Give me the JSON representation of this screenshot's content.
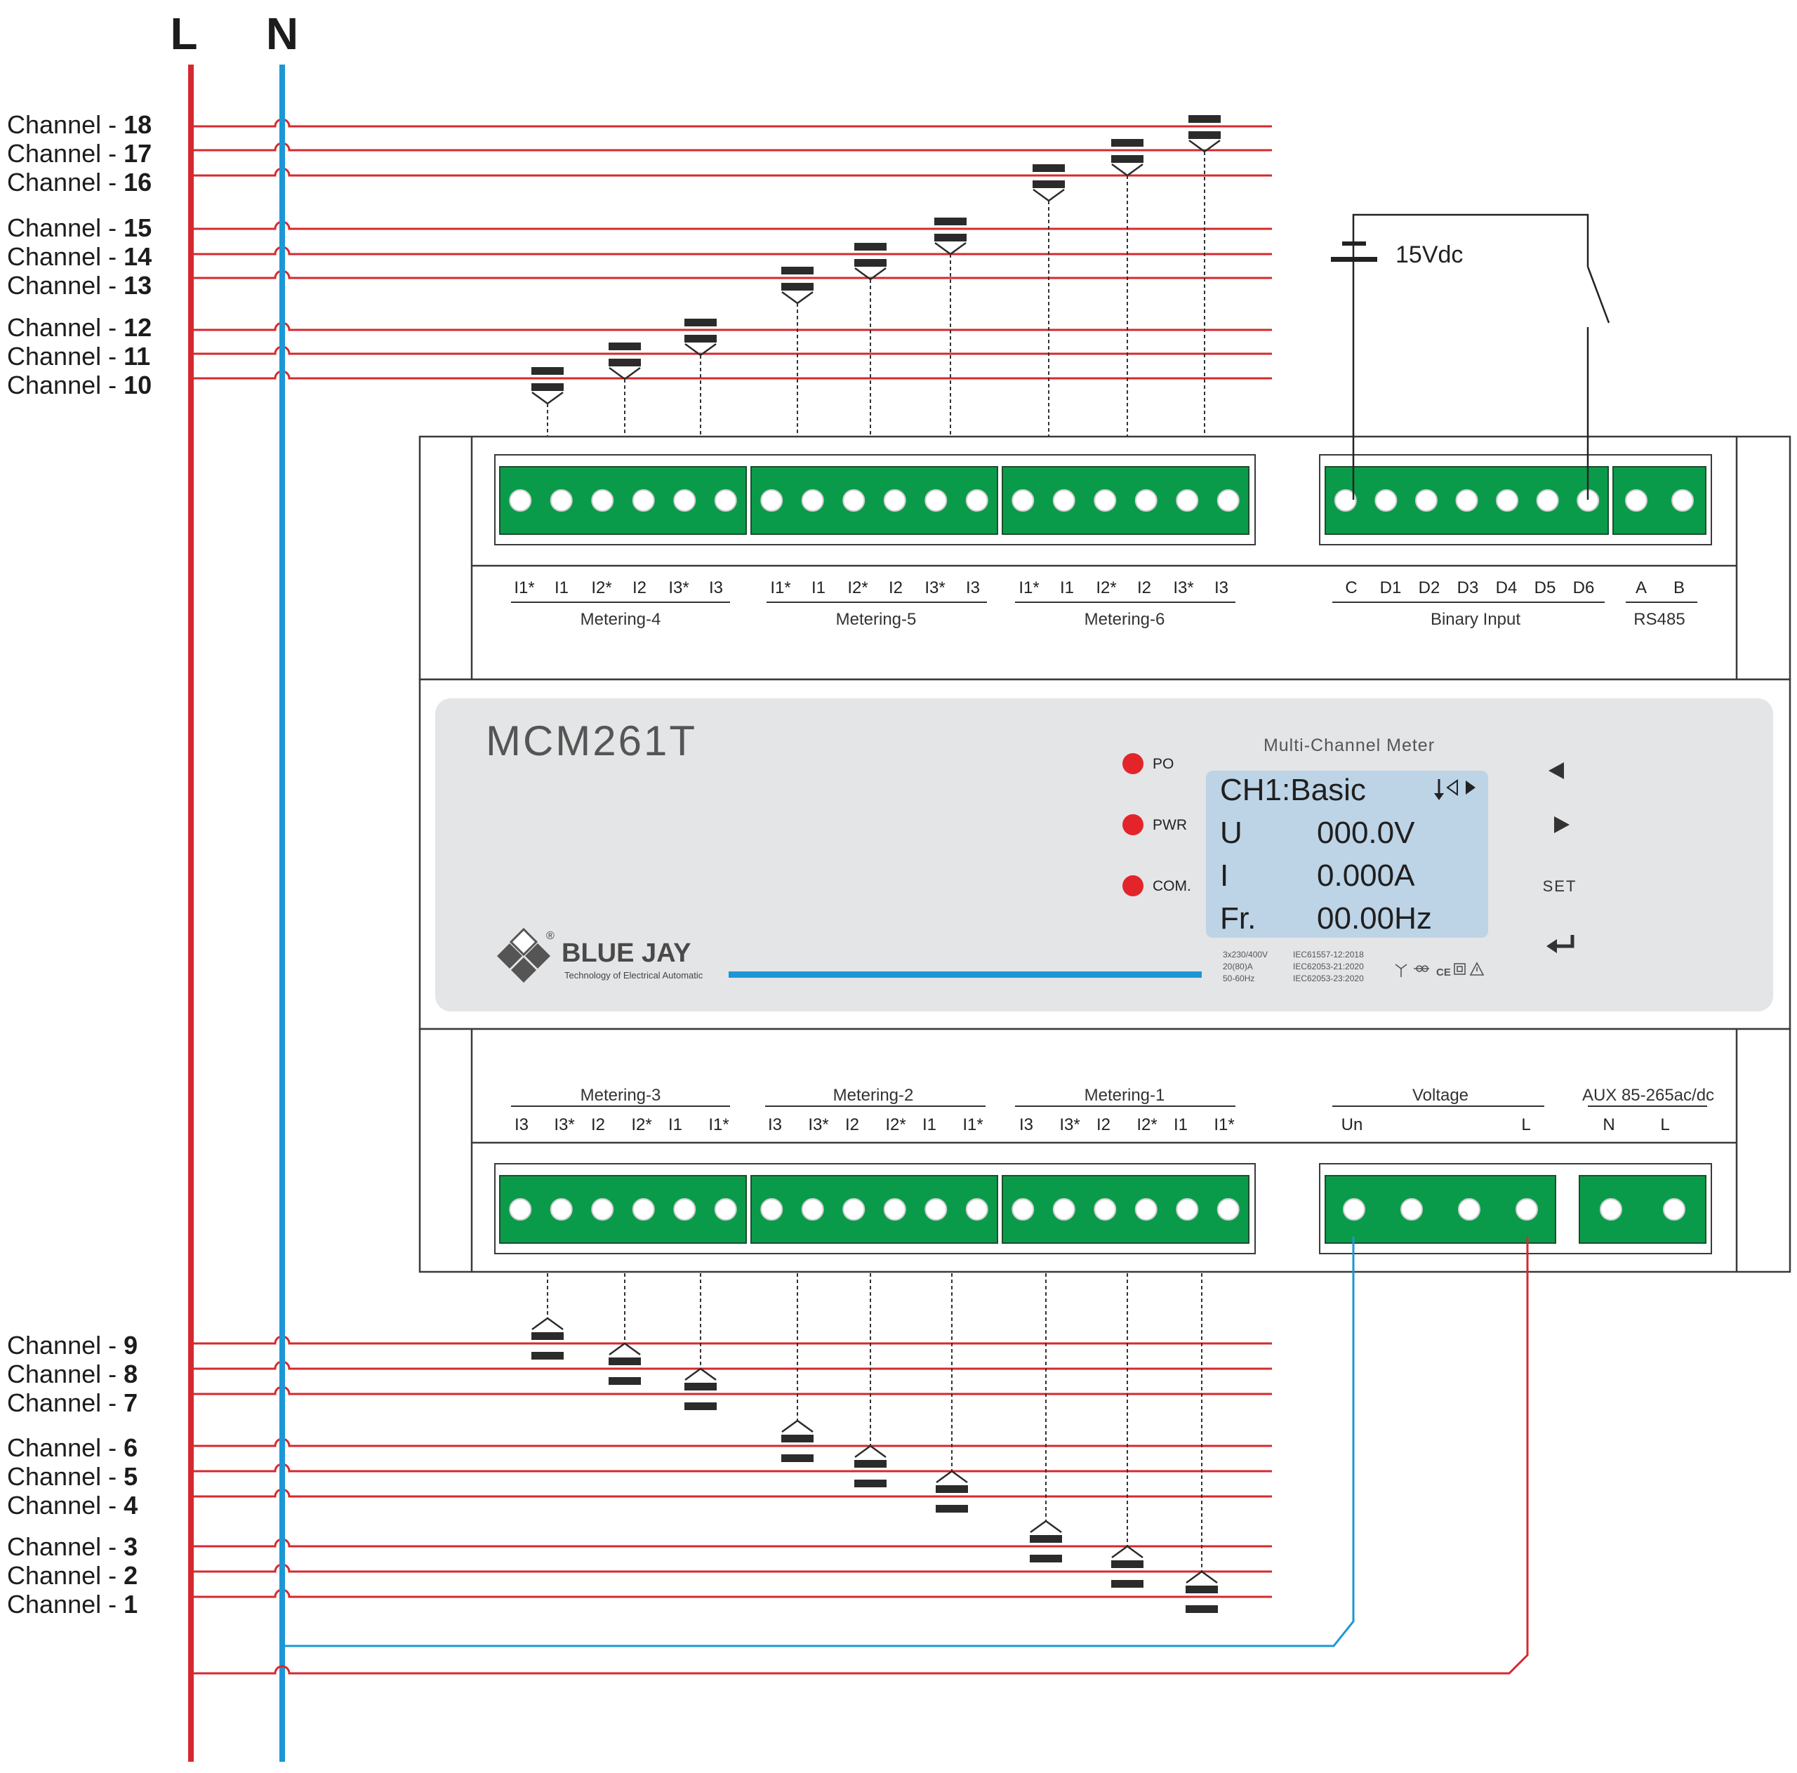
{
  "supply": {
    "live_label": "L",
    "neutral_label": "N",
    "live_color": "#d42a2f",
    "neutral_color": "#1b97d6"
  },
  "channels": [
    {
      "prefix": "Channel - ",
      "num": "18"
    },
    {
      "prefix": "Channel - ",
      "num": "17"
    },
    {
      "prefix": "Channel - ",
      "num": "16"
    },
    {
      "prefix": "Channel - ",
      "num": "15"
    },
    {
      "prefix": "Channel - ",
      "num": "14"
    },
    {
      "prefix": "Channel - ",
      "num": "13"
    },
    {
      "prefix": "Channel - ",
      "num": "12"
    },
    {
      "prefix": "Channel - ",
      "num": "11"
    },
    {
      "prefix": "Channel - ",
      "num": "10"
    },
    {
      "prefix": "Channel - ",
      "num": "9"
    },
    {
      "prefix": "Channel - ",
      "num": "8"
    },
    {
      "prefix": "Channel - ",
      "num": "7"
    },
    {
      "prefix": "Channel - ",
      "num": "6"
    },
    {
      "prefix": "Channel - ",
      "num": "5"
    },
    {
      "prefix": "Channel - ",
      "num": "4"
    },
    {
      "prefix": "Channel - ",
      "num": "3"
    },
    {
      "prefix": "Channel - ",
      "num": "2"
    },
    {
      "prefix": "Channel - ",
      "num": "1"
    }
  ],
  "top_terminals": {
    "groups": [
      {
        "name": "Metering-4",
        "labels": [
          "I1*",
          "I1",
          "I2*",
          "I2",
          "I3*",
          "I3"
        ]
      },
      {
        "name": "Metering-5",
        "labels": [
          "I1*",
          "I1",
          "I2*",
          "I2",
          "I3*",
          "I3"
        ]
      },
      {
        "name": "Metering-6",
        "labels": [
          "I1*",
          "I1",
          "I2*",
          "I2",
          "I3*",
          "I3"
        ]
      },
      {
        "name": "Binary Input",
        "labels": [
          "C",
          "D1",
          "D2",
          "D3",
          "D4",
          "D5",
          "D6"
        ]
      },
      {
        "name": "RS485",
        "labels": [
          "A",
          "B"
        ]
      }
    ]
  },
  "bottom_terminals": {
    "groups": [
      {
        "name": "Metering-3",
        "labels": [
          "I3",
          "I3*",
          "I2",
          "I2*",
          "I1",
          "I1*"
        ]
      },
      {
        "name": "Metering-2",
        "labels": [
          "I3",
          "I3*",
          "I2",
          "I2*",
          "I1",
          "I1*"
        ]
      },
      {
        "name": "Metering-1",
        "labels": [
          "I3",
          "I3*",
          "I2",
          "I2*",
          "I1",
          "I1*"
        ]
      },
      {
        "name": "Voltage",
        "labels": [
          "Un",
          "L"
        ]
      },
      {
        "name": "AUX 85-265ac/dc",
        "labels": [
          "N",
          "L"
        ]
      }
    ]
  },
  "binary_supply": {
    "label": "15Vdc"
  },
  "device": {
    "model": "MCM261T",
    "subtitle": "Multi-Channel Meter",
    "leds": [
      {
        "label": "PO",
        "color": "#e3252b"
      },
      {
        "label": "PWR",
        "color": "#e3252b"
      },
      {
        "label": "COM.",
        "color": "#e3252b"
      }
    ],
    "lcd": {
      "line1": "CH1:Basic",
      "line2_label": "U",
      "line2_value": "000.0V",
      "line3_label": "I",
      "line3_value": "0.000A",
      "line4_label": "Fr.",
      "line4_value": "00.00Hz"
    },
    "buttons": {
      "left_icon": "left-arrow-icon",
      "right_icon": "right-arrow-icon",
      "set_label": "SET",
      "enter_icon": "enter-icon"
    },
    "brand": {
      "name": "BLUE JAY",
      "tagline": "Technology of Electrical Automatic",
      "registered": "®"
    },
    "ratings": [
      "3x230/400V",
      "20(80)A",
      "50-60Hz"
    ],
    "standards": [
      "IEC61557-12:2018",
      "IEC62053-21:2020",
      "IEC62053-23:2020"
    ],
    "cert_icons": [
      "wye-icon",
      "ct-icon",
      "ce-mark-icon",
      "double-insulation-icon",
      "warning-icon"
    ]
  },
  "colors": {
    "terminal_green": "#0a9b4a",
    "panel_gray": "#e4e5e6",
    "lcd_blue": "#bdd3e6",
    "accent_blue": "#1b97d6"
  }
}
